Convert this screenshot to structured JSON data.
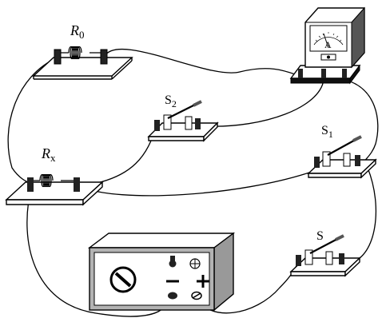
{
  "labels": {
    "r0_main": "R",
    "r0_sub": "0",
    "rx_main": "R",
    "rx_sub": "x",
    "s2_main": "S",
    "s2_sub": "2",
    "s1_main": "S",
    "s1_sub": "1",
    "s_main": "S",
    "meter_symbol": "A",
    "supply_minus": "−",
    "supply_plus": "+",
    "supply_knob_symbol": "⊕"
  }
}
